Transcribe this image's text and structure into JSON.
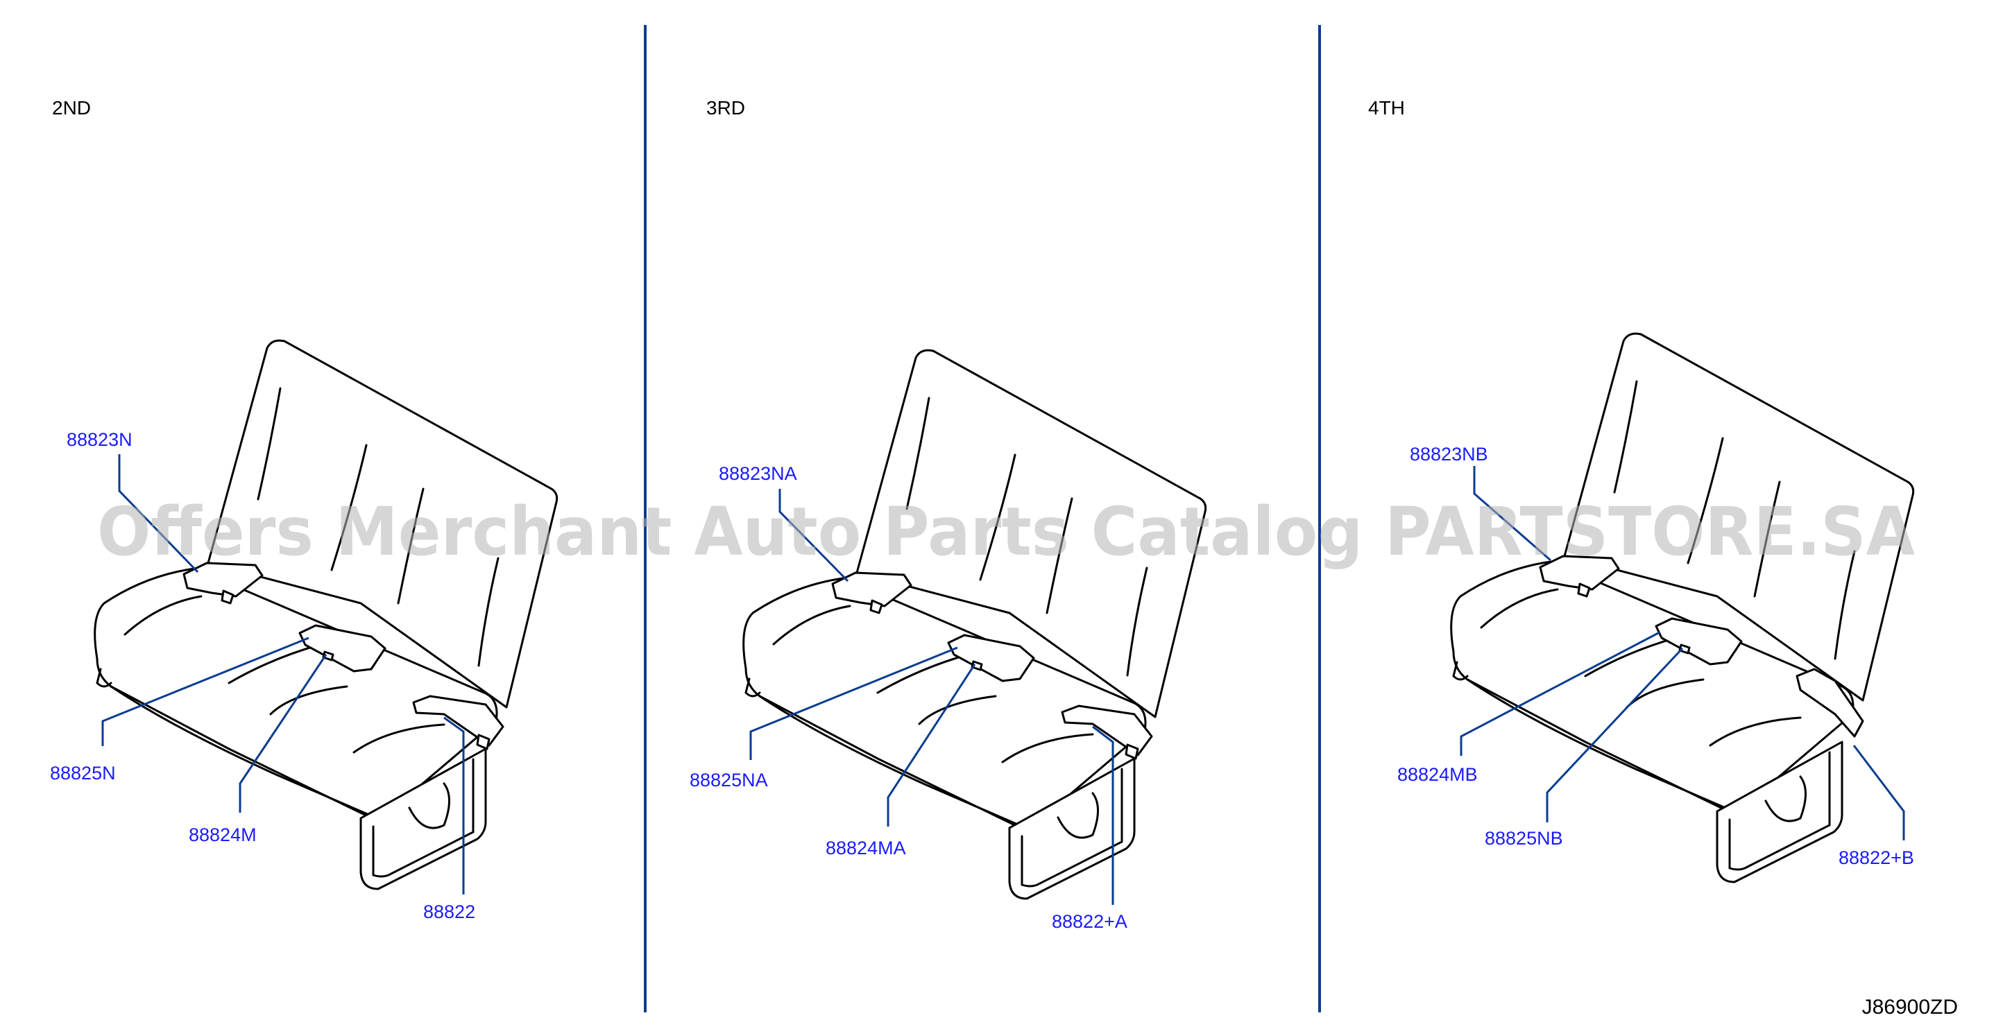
{
  "sections": [
    {
      "label": "2ND",
      "callouts": [
        "88823N",
        "88825N",
        "88824M",
        "88822"
      ]
    },
    {
      "label": "3RD",
      "callouts": [
        "88823NA",
        "88825NA",
        "88824MA",
        "88822+A"
      ]
    },
    {
      "label": "4TH",
      "callouts": [
        "88823NB",
        "88824MB",
        "88825NB",
        "88822+B"
      ]
    }
  ],
  "watermark": "Offers Merchant Auto Parts Catalog PARTSTORE.SA",
  "reference_code": "J86900ZD",
  "colors": {
    "callout_text": "#1a1aff",
    "leader_line": "#0a3d91",
    "divider": "#0a3d91",
    "seat_line": "#000000",
    "watermark": "#b4b4b4"
  }
}
